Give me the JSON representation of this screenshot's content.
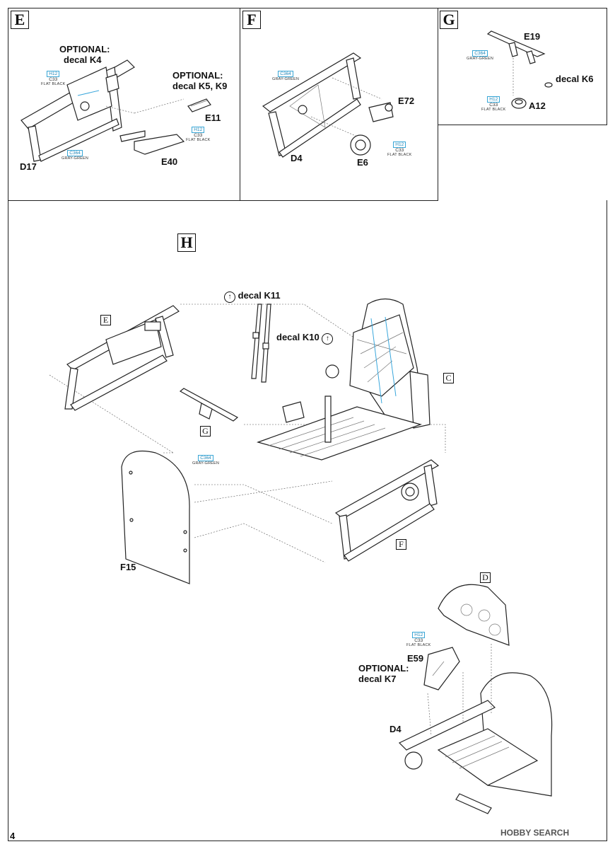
{
  "steps": {
    "E": {
      "letter": "E",
      "optional_k4": "OPTIONAL:",
      "optional_k4_decal": "decal K4",
      "optional_k5": "OPTIONAL:",
      "optional_k5_decal": "decal K5, K9",
      "parts": [
        "D17",
        "E11",
        "E40"
      ],
      "paints": [
        {
          "code": "H12",
          "code2": "C33",
          "name": "FLAT BLACK"
        },
        {
          "code": "H12",
          "code2": "C33",
          "name": "FLAT BLACK"
        },
        {
          "code": "C364",
          "code2": "",
          "name": "GRAY-GREEN"
        }
      ]
    },
    "F": {
      "letter": "F",
      "parts": [
        "D4",
        "E6",
        "E72"
      ],
      "paints": [
        {
          "code": "C364",
          "code2": "",
          "name": "GRAY-GREEN"
        },
        {
          "code": "H12",
          "code2": "C33",
          "name": "FLAT BLACK"
        }
      ]
    },
    "G": {
      "letter": "G",
      "parts": [
        "E19",
        "A12"
      ],
      "decal": "decal K6",
      "paints": [
        {
          "code": "C364",
          "code2": "",
          "name": "GRAY-GREEN"
        },
        {
          "code": "H12",
          "code2": "C33",
          "name": "FLAT BLACK"
        }
      ]
    },
    "H": {
      "letter": "H",
      "decal_k11": "decal K11",
      "decal_k10": "decal K10",
      "refs": [
        "E",
        "C",
        "G",
        "F",
        "D"
      ],
      "parts": [
        "F15",
        "E59",
        "D4"
      ],
      "optional": "OPTIONAL:",
      "optional_decal": "decal K7",
      "paints": [
        {
          "code": "C364",
          "code2": "",
          "name": "GRAY-GREEN"
        },
        {
          "code": "H12",
          "code2": "C33",
          "name": "FLAT BLACK"
        }
      ]
    }
  },
  "page_number": "4",
  "watermark": "HOBBY SEARCH"
}
